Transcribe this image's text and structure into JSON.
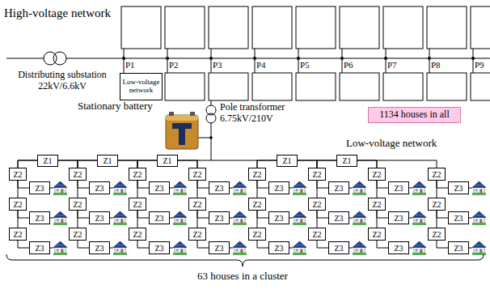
{
  "diagram": {
    "nodes": [
      {
        "text": [
          "Low-voltage network"
        ]
      },
      {
        "text": [
          "1134 houses in all"
        ]
      },
      {
        "text": [
          "Z1"
        ]
      },
      {
        "text": [
          "Z1"
        ]
      },
      {
        "text": [
          "Z1"
        ]
      },
      {
        "text": [
          "Z1"
        ]
      },
      {
        "text": [
          "Z1"
        ]
      },
      {
        "text": [
          "Z2"
        ]
      },
      {
        "text": [
          "Z3"
        ]
      },
      {
        "text": [
          "Z2"
        ]
      },
      {
        "text": [
          "Z3"
        ]
      },
      {
        "text": [
          "Z2"
        ]
      },
      {
        "text": [
          "Z3"
        ]
      },
      {
        "text": [
          "Z2"
        ]
      },
      {
        "text": [
          "Z3"
        ]
      },
      {
        "text": [
          "Z2"
        ]
      },
      {
        "text": [
          "Z3"
        ]
      },
      {
        "text": [
          "Z2"
        ]
      },
      {
        "text": [
          "Z3"
        ]
      },
      {
        "text": [
          "Z2"
        ]
      },
      {
        "text": [
          "Z3"
        ]
      },
      {
        "text": [
          "Z2"
        ]
      },
      {
        "text": [
          "Z3"
        ]
      },
      {
        "text": [
          "Z2"
        ]
      },
      {
        "text": [
          "Z3"
        ]
      },
      {
        "text": [
          "Z2"
        ]
      },
      {
        "text": [
          "Z3"
        ]
      },
      {
        "text": [
          "Z2"
        ]
      },
      {
        "text": [
          "Z3"
        ]
      },
      {
        "text": [
          "Z2"
        ]
      },
      {
        "text": [
          "Z3"
        ]
      },
      {
        "text": [
          "Z2"
        ]
      },
      {
        "text": [
          "Z3"
        ]
      },
      {
        "text": [
          "Z2"
        ]
      },
      {
        "text": [
          "Z3"
        ]
      },
      {
        "text": [
          "Z2"
        ]
      },
      {
        "text": [
          "Z3"
        ]
      },
      {
        "text": [
          "Z2"
        ]
      },
      {
        "text": [
          "Z3"
        ]
      },
      {
        "text": [
          "Z2"
        ]
      },
      {
        "text": [
          "Z3"
        ]
      },
      {
        "text": [
          "Z2"
        ]
      },
      {
        "text": [
          "Z3"
        ]
      },
      {
        "text": [
          "Z2"
        ]
      },
      {
        "text": [
          "Z3"
        ]
      },
      {
        "text": [
          "Z2"
        ]
      },
      {
        "text": [
          "Z3"
        ]
      },
      {
        "text": [
          "Z2"
        ]
      },
      {
        "text": [
          "Z3"
        ]
      },
      {
        "text": [
          "Z2"
        ]
      },
      {
        "text": [
          "Z3"
        ]
      },
      {
        "text": [
          "Z2"
        ]
      },
      {
        "text": [
          "Z3"
        ]
      },
      {
        "text": [
          "Z2"
        ]
      },
      {
        "text": [
          "Z3"
        ]
      }
    ],
    "edges": [
      {
        "from": 2,
        "to": 7,
        "arrow": "none"
      },
      {
        "from": 2,
        "to": 13,
        "arrow": "none"
      },
      {
        "from": 3,
        "to": 13,
        "arrow": "none"
      },
      {
        "from": 3,
        "to": 19,
        "arrow": "none"
      },
      {
        "from": 4,
        "to": 19,
        "arrow": "none"
      },
      {
        "from": 4,
        "to": 25,
        "arrow": "none"
      },
      {
        "from": 5,
        "to": 31,
        "arrow": "none"
      },
      {
        "from": 5,
        "to": 37,
        "arrow": "none"
      },
      {
        "from": 6,
        "to": 37,
        "arrow": "none"
      },
      {
        "from": 6,
        "to": 43,
        "arrow": "none"
      },
      {
        "from": 7,
        "to": 8,
        "arrow": "none"
      },
      {
        "from": 7,
        "to": 9,
        "arrow": "none"
      },
      {
        "from": 9,
        "to": 10,
        "arrow": "none"
      },
      {
        "from": 9,
        "to": 11,
        "arrow": "none"
      },
      {
        "from": 11,
        "to": 12,
        "arrow": "none"
      },
      {
        "from": 13,
        "to": 14,
        "arrow": "none"
      },
      {
        "from": 13,
        "to": 15,
        "arrow": "none"
      },
      {
        "from": 15,
        "to": 16,
        "arrow": "none"
      },
      {
        "from": 15,
        "to": 17,
        "arrow": "none"
      },
      {
        "from": 17,
        "to": 18,
        "arrow": "none"
      },
      {
        "from": 19,
        "to": 20,
        "arrow": "none"
      },
      {
        "from": 19,
        "to": 21,
        "arrow": "none"
      },
      {
        "from": 21,
        "to": 22,
        "arrow": "none"
      },
      {
        "from": 21,
        "to": 23,
        "arrow": "none"
      },
      {
        "from": 23,
        "to": 24,
        "arrow": "none"
      },
      {
        "from": 25,
        "to": 26,
        "arrow": "none"
      },
      {
        "from": 25,
        "to": 27,
        "arrow": "none"
      },
      {
        "from": 27,
        "to": 28,
        "arrow": "none"
      },
      {
        "from": 27,
        "to": 29,
        "arrow": "none"
      },
      {
        "from": 29,
        "to": 30,
        "arrow": "none"
      },
      {
        "from": 31,
        "to": 32,
        "arrow": "none"
      },
      {
        "from": 31,
        "to": 33,
        "arrow": "none"
      },
      {
        "from": 33,
        "to": 34,
        "arrow": "none"
      },
      {
        "from": 33,
        "to": 35,
        "arrow": "none"
      },
      {
        "from": 35,
        "to": 36,
        "arrow": "none"
      },
      {
        "from": 37,
        "to": 38,
        "arrow": "none"
      },
      {
        "from": 37,
        "to": 39,
        "arrow": "none"
      },
      {
        "from": 39,
        "to": 40,
        "arrow": "none"
      },
      {
        "from": 39,
        "to": 41,
        "arrow": "none"
      },
      {
        "from": 41,
        "to": 42,
        "arrow": "none"
      },
      {
        "from": 43,
        "to": 44,
        "arrow": "none"
      },
      {
        "from": 43,
        "to": 45,
        "arrow": "none"
      },
      {
        "from": 45,
        "to": 46,
        "arrow": "none"
      },
      {
        "from": 45,
        "to": 47,
        "arrow": "none"
      },
      {
        "from": 47,
        "to": 48,
        "arrow": "none"
      },
      {
        "from": 49,
        "to": 50,
        "arrow": "none"
      },
      {
        "from": 49,
        "to": 51,
        "arrow": "none"
      },
      {
        "from": 51,
        "to": 52,
        "arrow": "none"
      },
      {
        "from": 51,
        "to": 53,
        "arrow": "none"
      },
      {
        "from": 53,
        "to": 54,
        "arrow": "none"
      }
    ],
    "labels": [
      "High-voltage network",
      "Distributing substation 22kV/6.6kV",
      "P1",
      "P2",
      "P3",
      "P4",
      "P5",
      "P6",
      "P7",
      "P8",
      "P9",
      "Stationary battery",
      "Pole transformer 6.75kV/210V",
      "Low-voltage network",
      "63 houses in a cluster"
    ]
  }
}
